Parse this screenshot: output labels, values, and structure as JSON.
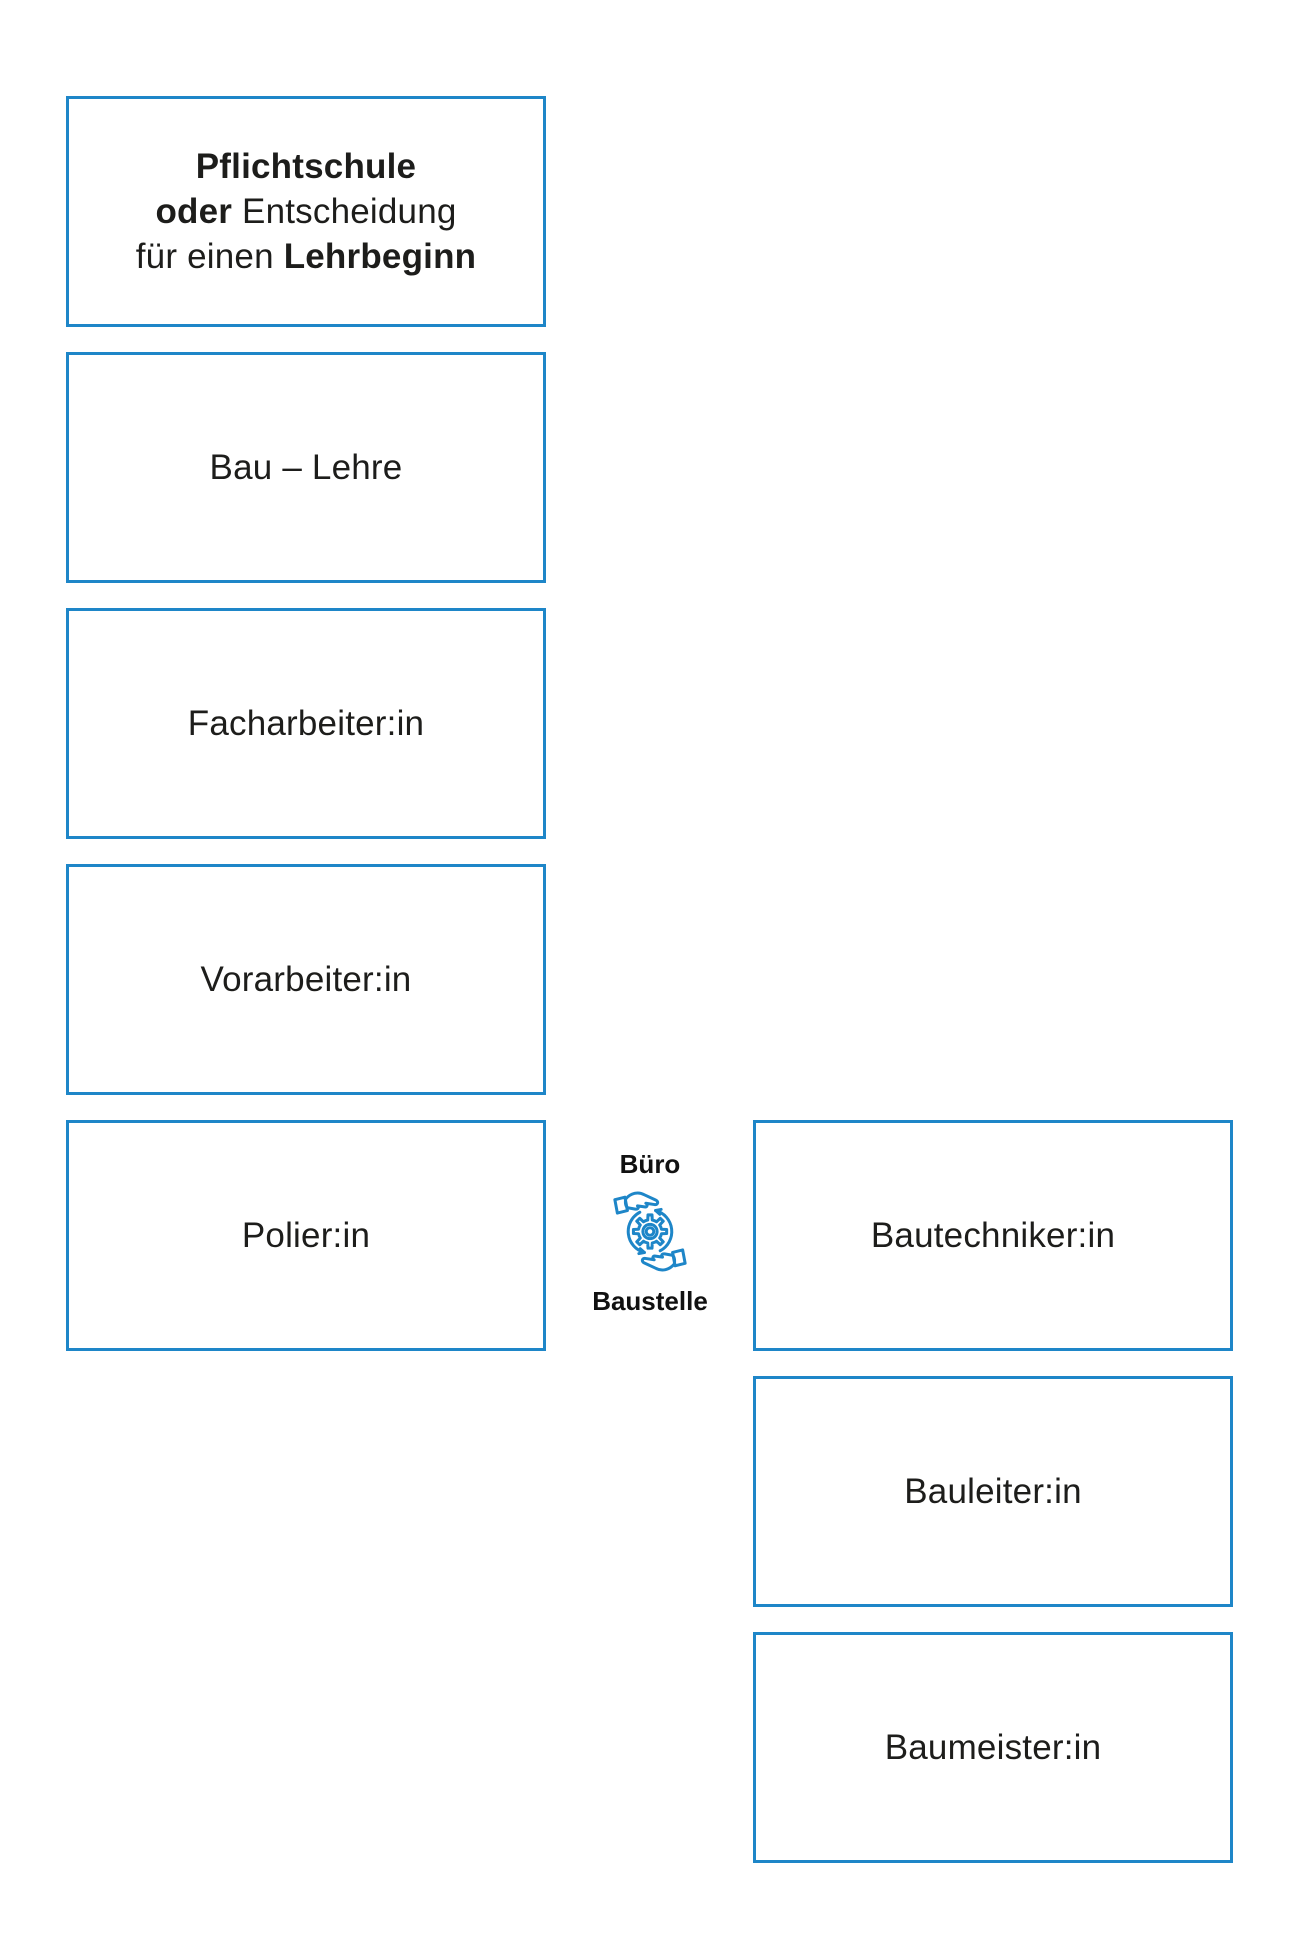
{
  "page": {
    "background": "#ffffff",
    "accent_blue": "#1e86c8",
    "text_color": "#1d1d1b"
  },
  "start_box": {
    "line1_bold": "Pflichtschule",
    "line2_bold": "oder",
    "line2_regular": "Entscheidung",
    "line3_regular": "für einen",
    "line3_bold": "Lehrbeginn"
  },
  "left_path": [
    "Bau – Lehre",
    "Facharbeiter:in",
    "Vorarbeiter:in",
    "Polier:in"
  ],
  "right_path": [
    "Bautechniker:in",
    "Bauleiter:in",
    "Baumeister:in"
  ],
  "connector": {
    "top_label": "Büro",
    "bottom_label": "Baustelle",
    "icon": "office-site-exchange-icon"
  }
}
